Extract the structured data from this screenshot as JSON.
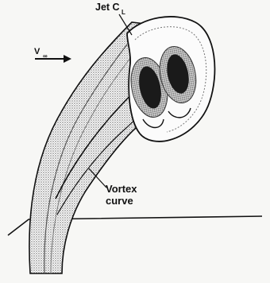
{
  "labels": {
    "jet_centerline": "Jet C",
    "jet_centerline_sub": "L",
    "freestream": "V",
    "freestream_sub": "∞",
    "vortex_line1": "Vortex",
    "vortex_line2": "curve"
  },
  "colors": {
    "ink": "#111111",
    "background": "#f7f7f5",
    "stipple": "#9a9a9a",
    "vortex_core": "#1a1a1a"
  }
}
